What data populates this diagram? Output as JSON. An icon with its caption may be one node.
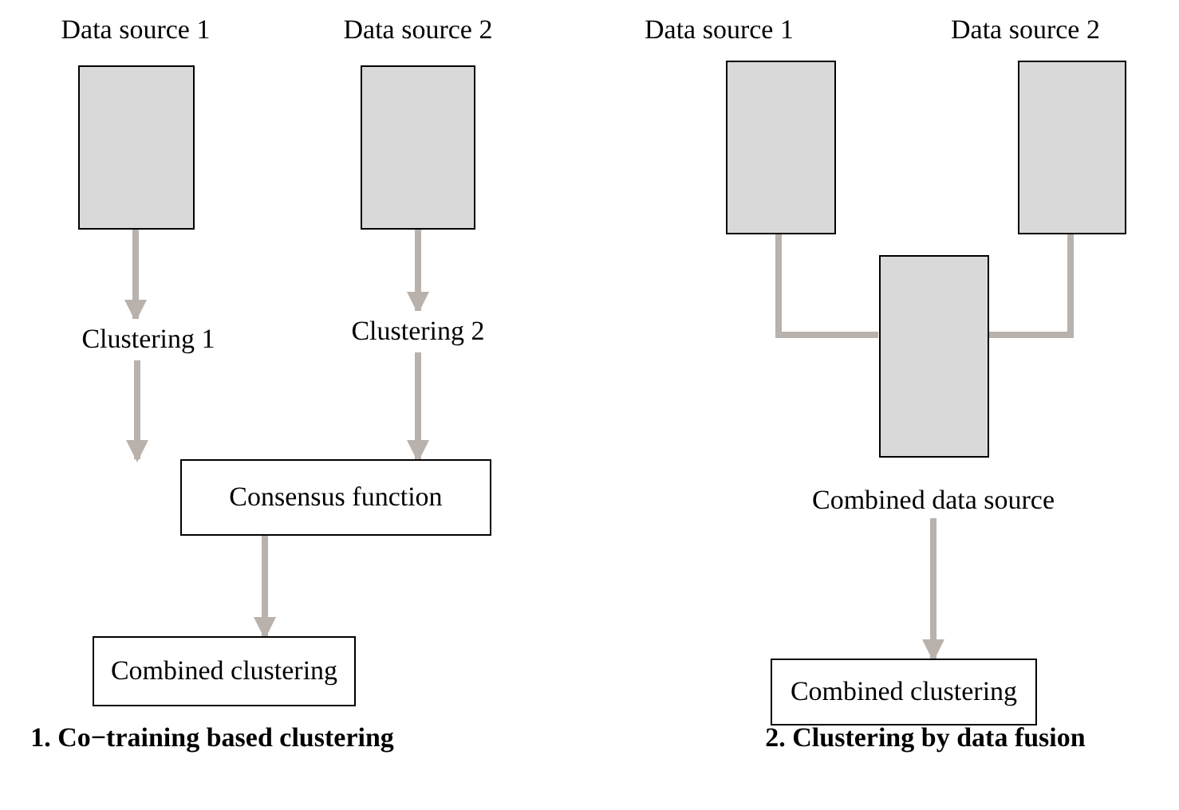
{
  "diagram": {
    "nodes": [
      {
        "text": [
          "Data source 1"
        ]
      },
      {
        "text": [
          "Data source 2"
        ]
      },
      {
        "text": [
          "Clustering 1"
        ]
      },
      {
        "text": [
          "Clustering 2"
        ]
      },
      {
        "text": [
          "Consensus function"
        ]
      },
      {
        "text": [
          "Combined clustering"
        ]
      },
      {
        "text": [
          "Data source 1"
        ]
      },
      {
        "text": [
          "Data source 2"
        ]
      },
      {
        "text": [
          "Combined data source"
        ]
      },
      {
        "text": [
          "Combined clustering"
        ]
      }
    ],
    "edges": [
      {
        "from": 0,
        "to": 2,
        "arrow": "to"
      },
      {
        "from": 1,
        "to": 3,
        "arrow": "to"
      },
      {
        "from": 2,
        "to": 4,
        "arrow": "to"
      },
      {
        "from": 3,
        "to": 4,
        "arrow": "to"
      },
      {
        "from": 4,
        "to": 5,
        "arrow": "to"
      },
      {
        "from": 6,
        "to": 8,
        "arrow": "none"
      },
      {
        "from": 7,
        "to": 8,
        "arrow": "none"
      },
      {
        "from": 8,
        "to": 9,
        "arrow": "to"
      }
    ],
    "labels": [
      "1. Co−training based clustering",
      "2. Clustering by data fusion"
    ]
  }
}
